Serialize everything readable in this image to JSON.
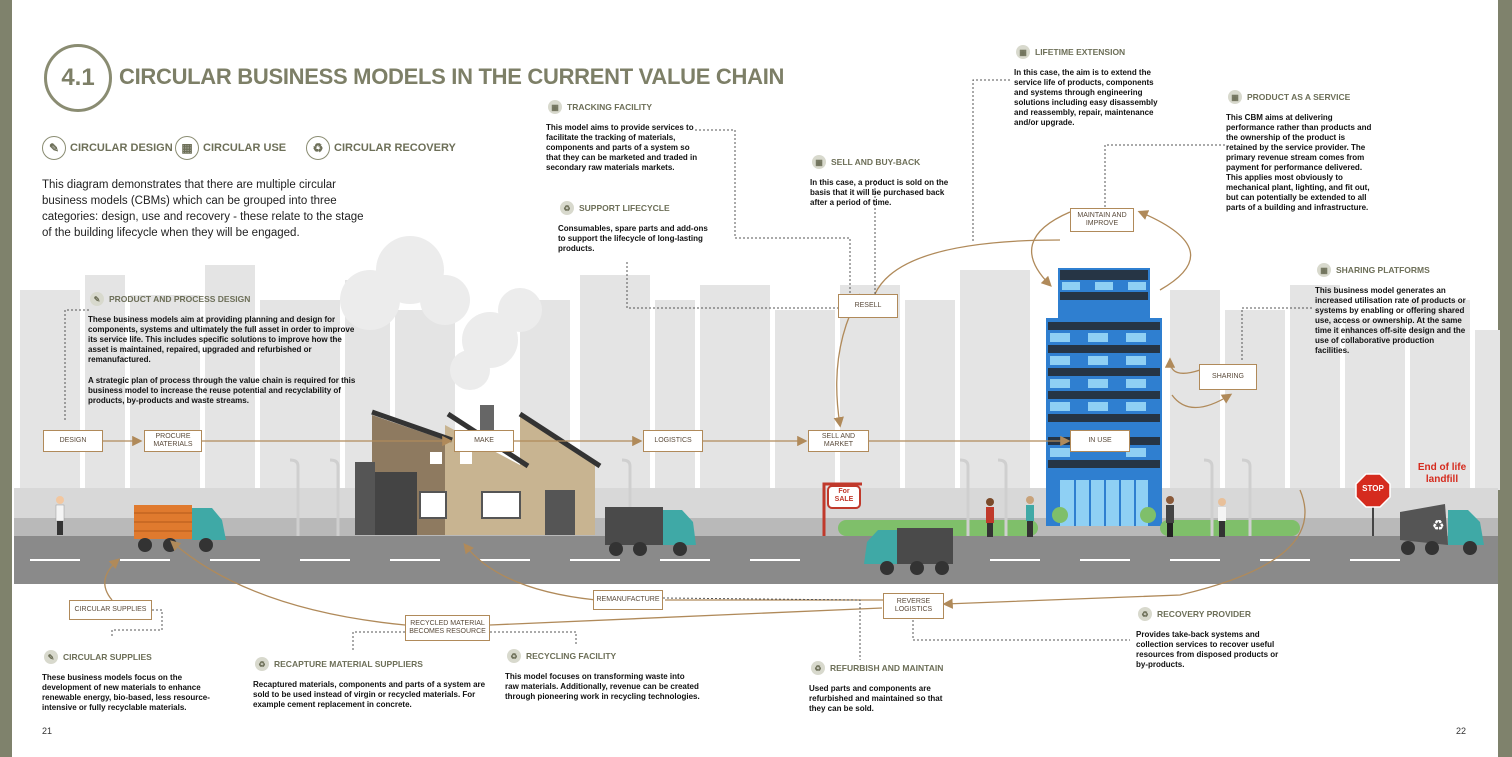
{
  "section": {
    "number": "4.1",
    "title": "CIRCULAR BUSINESS MODELS IN THE CURRENT VALUE CHAIN"
  },
  "legend": [
    {
      "label": "CIRCULAR DESIGN",
      "icon": "pencil-icon"
    },
    {
      "label": "CIRCULAR USE",
      "icon": "building-icon"
    },
    {
      "label": "CIRCULAR RECOVERY",
      "icon": "recycle-icon"
    }
  ],
  "intro": "This diagram demonstrates that there are multiple circular business models (CBMs) which can be grouped into three categories: design, use and recovery - these relate to the stage of the building lifecycle when they will be engaged.",
  "cards": {
    "product_process_design": {
      "title": "PRODUCT AND PROCESS DESIGN",
      "body1": "These business models aim at providing planning and design for components, systems and ultimately the full asset in order to improve its service life. This includes specific solutions to improve how the asset is maintained, repaired, upgraded and refurbished or remanufactured.",
      "body2": "A strategic plan of process through the value chain is required for this business model to increase the reuse potential and recyclability of products, by-products and waste streams."
    },
    "tracking_facility": {
      "title": "TRACKING FACILITY",
      "body": "This model aims to provide services to facilitate the tracking of materials, components and parts of a system so that they can be marketed and traded in secondary raw materials markets."
    },
    "support_lifecycle": {
      "title": "SUPPORT LIFECYCLE",
      "body": "Consumables, spare parts and add-ons to support the lifecycle of long-lasting products."
    },
    "sell_buyback": {
      "title": "SELL AND BUY-BACK",
      "body": "In this case, a product is sold on the basis that it will be purchased back after a period of time."
    },
    "lifetime_extension": {
      "title": "LIFETIME EXTENSION",
      "body": "In this case, the aim is to extend the service life of products, components and systems through engineering solutions including easy disassembly and reassembly, repair, maintenance and/or upgrade."
    },
    "product_as_service": {
      "title": "PRODUCT AS A SERVICE",
      "body": "This CBM aims at delivering performance rather than products and the ownership of the product is retained by the service provider. The primary revenue stream comes from payment for performance delivered. This applies most obviously to mechanical plant, lighting, and fit out, but can potentially be extended to all parts of a building and infrastructure."
    },
    "sharing_platforms": {
      "title": "SHARING PLATFORMS",
      "body": "This business model generates an increased utilisation rate of products or systems by enabling or offering shared use, access or ownership. At the same time it enhances off-site design and the use of collaborative production facilities."
    },
    "circular_supplies": {
      "title": "CIRCULAR SUPPLIES",
      "body": "These business models focus on the development of new materials to enhance renewable energy, bio-based, less resource-intensive or fully recyclable materials."
    },
    "recapture": {
      "title": "RECAPTURE MATERIAL SUPPLIERS",
      "body": "Recaptured materials, components and parts of a system are sold to be used instead of virgin or recycled materials. For example cement replacement in concrete."
    },
    "recycling_facility": {
      "title": "RECYCLING FACILITY",
      "body": "This model focuses on transforming waste into raw materials. Additionally, revenue can be created through pioneering work in recycling technologies."
    },
    "refurbish": {
      "title": "REFURBISH AND MAINTAIN",
      "body": "Used parts and components are refurbished and maintained so that they can be sold."
    },
    "recovery_provider": {
      "title": "RECOVERY PROVIDER",
      "body": "Provides take-back systems and collection services to recover useful resources from disposed products or by-products."
    }
  },
  "flow_boxes": {
    "design": "DESIGN",
    "procure": "PROCURE MATERIALS",
    "make": "MAKE",
    "logistics": "LOGISTICS",
    "sell_market": "SELL AND MARKET",
    "in_use": "IN USE",
    "resell": "RESELL",
    "maintain": "MAINTAIN AND IMPROVE",
    "sharing": "SHARING",
    "circular_supplies": "CIRCULAR SUPPLIES",
    "recycled_material": "RECYCLED MATERIAL BECOMES RESOURCE",
    "remanufacture": "REMANUFACTURE",
    "reverse_logistics": "REVERSE LOGISTICS"
  },
  "signs": {
    "end_of_life": "End of life landfill",
    "stop": "STOP",
    "for_sale": "For SALE"
  },
  "page_numbers": {
    "left": "21",
    "right": "22"
  },
  "colors": {
    "olive": "#7d7f67",
    "arrow": "#b08a5a",
    "skyline": "#e6e6e6",
    "road": "#8c8c8c",
    "building_blue": "#2f7fd0",
    "stop_red": "#d52b1e"
  }
}
